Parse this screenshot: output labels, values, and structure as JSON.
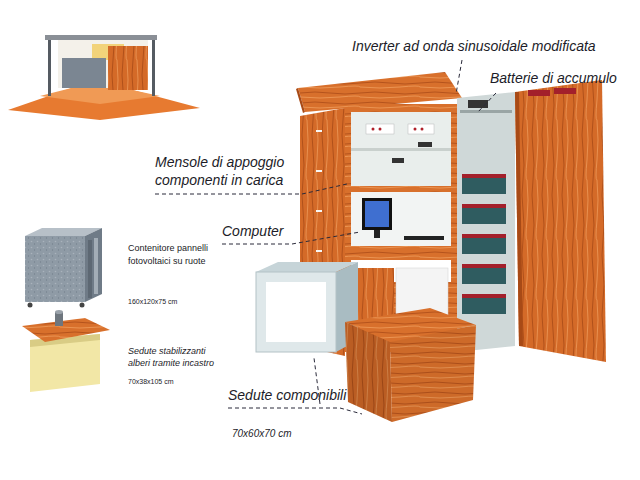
{
  "diagram": {
    "labels": [
      "Inverter ad onda sinusoidale modificata",
      "Batterie di accumulo",
      "Mensole di appoggio componenti in carica",
      "Computer",
      "Sedute componibili",
      "70x60x70 cm",
      "Contenitore pannelli fotovoltaici su ruote",
      "160x120x75 cm",
      "Sedute stabilizzanti alberi tramite incastro",
      "70x38x105 cm"
    ]
  }
}
